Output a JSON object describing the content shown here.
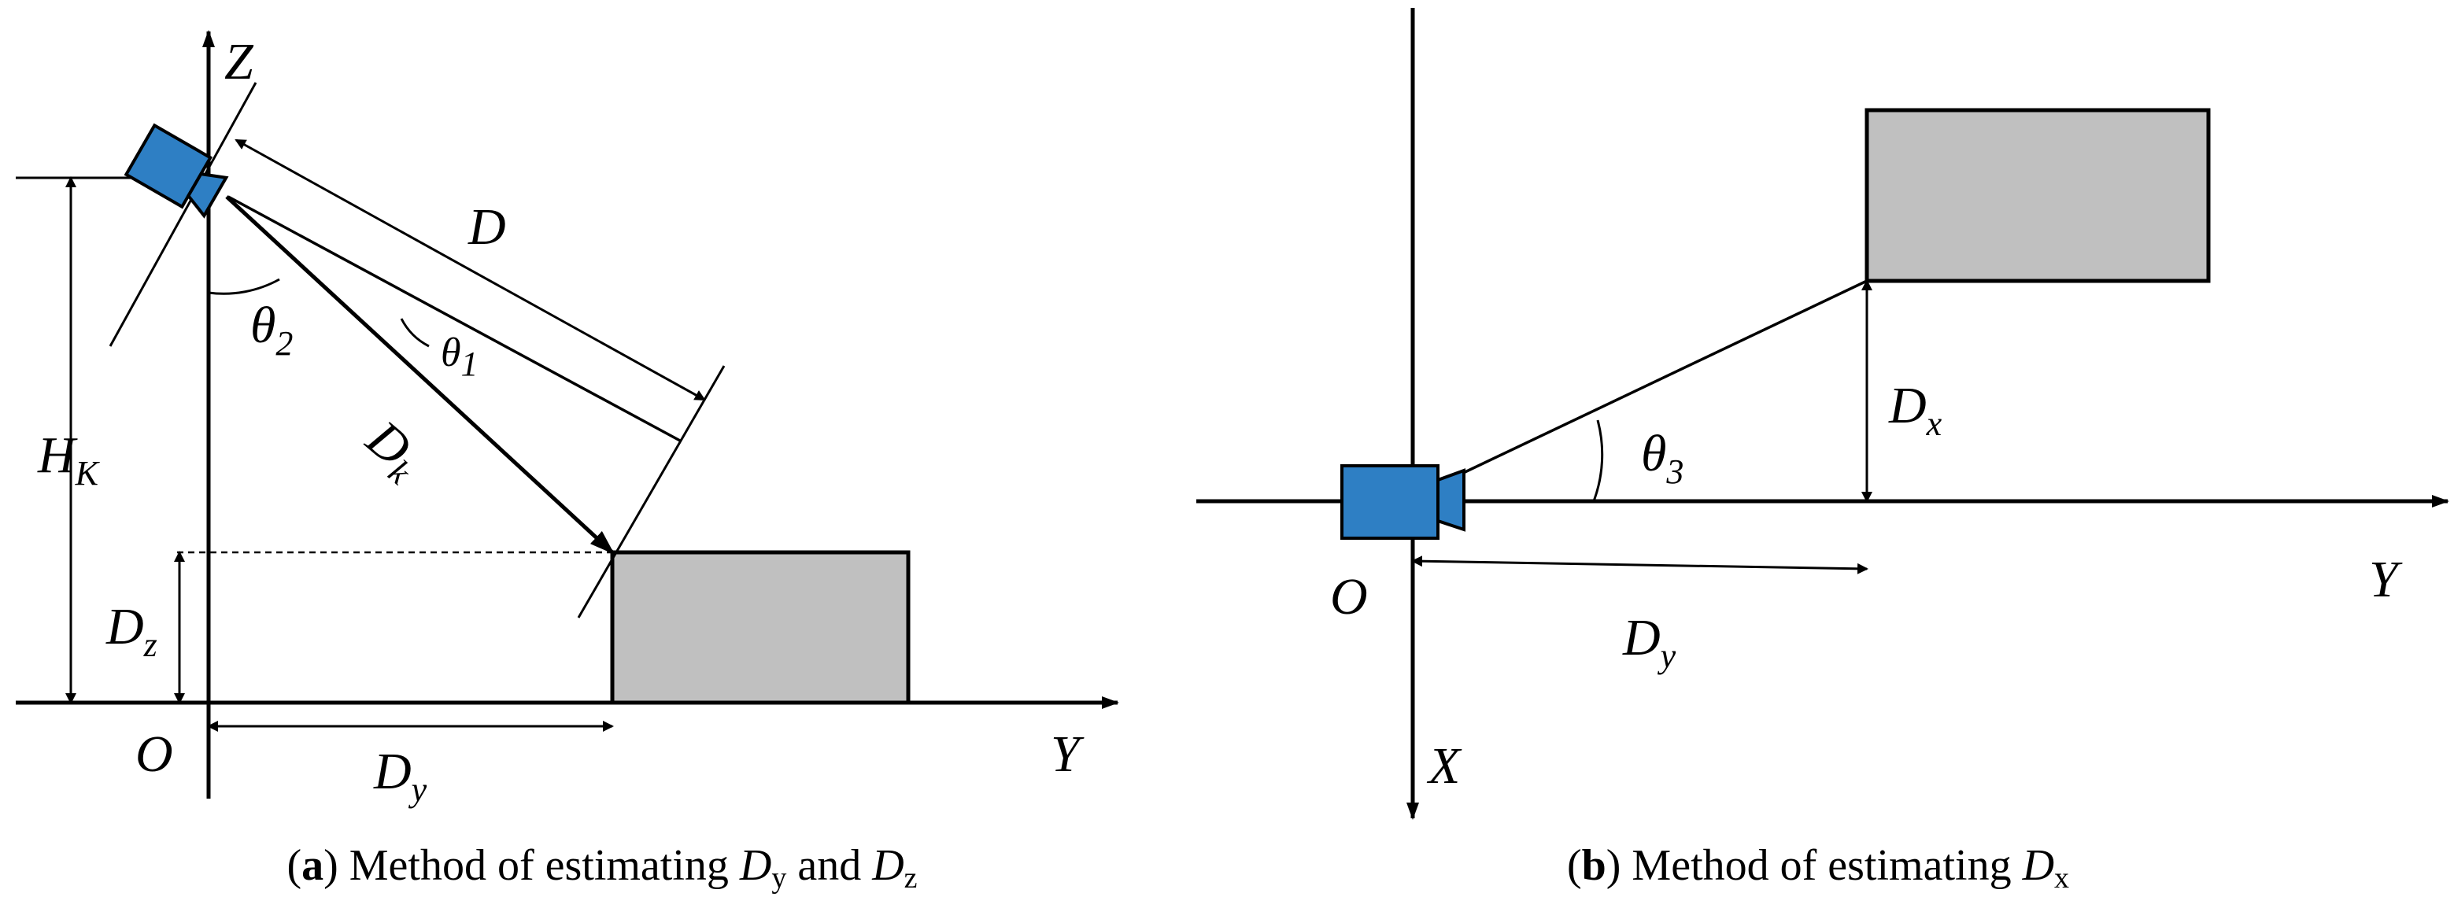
{
  "panel_a": {
    "axis_z": "Z",
    "axis_y": "Y",
    "origin": "O",
    "label_D": "D",
    "label_Dk_main": "D",
    "label_Dk_sub": "k",
    "label_theta1_main": "θ",
    "label_theta1_sub": "1",
    "label_theta2_main": "θ",
    "label_theta2_sub": "2",
    "label_HK_main": "H",
    "label_HK_sub": "K",
    "label_Dz_main": "D",
    "label_Dz_sub": "z",
    "label_Dy_main": "D",
    "label_Dy_sub": "y",
    "caption": {
      "letter": "a",
      "text": " Method of estimating ",
      "term1_main": "D",
      "term1_sub": "y",
      "and": " and ",
      "term2_main": "D",
      "term2_sub": "z"
    }
  },
  "panel_b": {
    "axis_y": "Y",
    "axis_x": "X",
    "origin": "O",
    "label_theta3_main": "θ",
    "label_theta3_sub": "3",
    "label_Dx_main": "D",
    "label_Dx_sub": "x",
    "label_Dy_main": "D",
    "label_Dy_sub": "y",
    "caption": {
      "letter": "b",
      "text": " Method of estimating ",
      "term1_main": "D",
      "term1_sub": "x"
    }
  },
  "colors": {
    "camera": "#2e7fc4",
    "object": "#c0c0c0",
    "lines": "#000000"
  },
  "icons": [
    "camera-icon",
    "camera-icon"
  ]
}
